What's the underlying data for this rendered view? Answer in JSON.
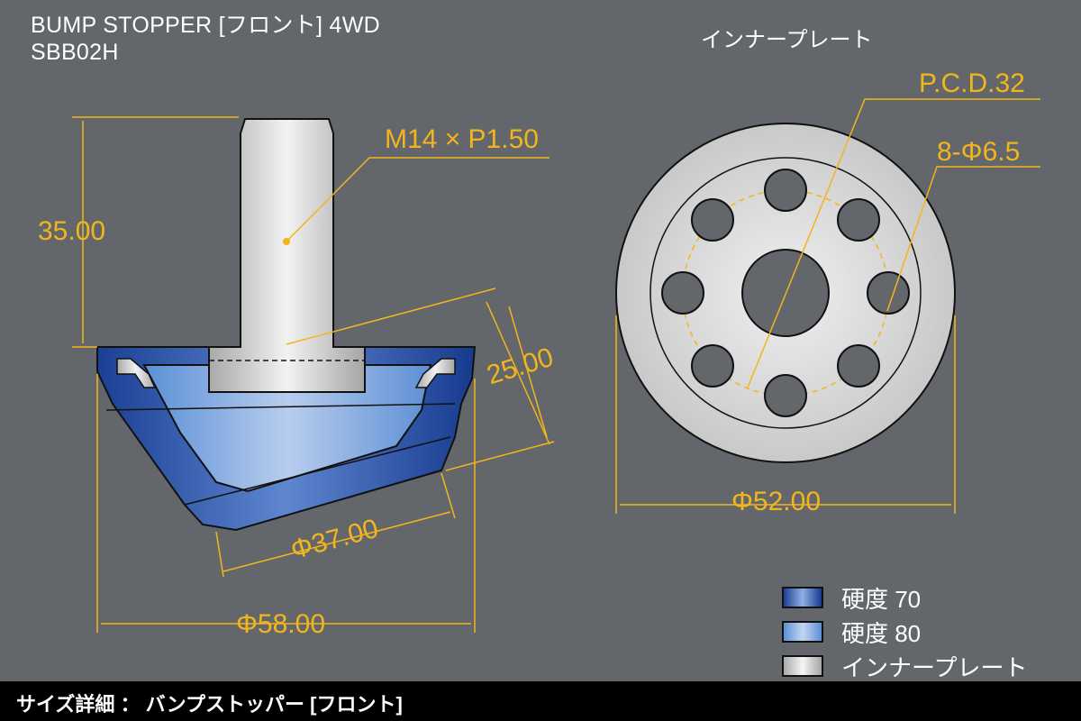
{
  "header": {
    "title": "BUMP STOPPER [フロント] 4WD",
    "model": "SBB02H"
  },
  "side_view": {
    "thread_label": "M14 × P1.50",
    "height_stem": "35.00",
    "height_body": "25.00",
    "diameter_bottom": "Φ37.00",
    "diameter_top": "Φ58.00"
  },
  "plate_view": {
    "title": "インナープレート",
    "pcd_label": "P.C.D.32",
    "holes_label": "8-Φ6.5",
    "diameter": "Φ52.00"
  },
  "legend": {
    "items": [
      {
        "label": "硬度 70",
        "color": "#1f4ea8"
      },
      {
        "label": "硬度 80",
        "color": "#6ea0dc"
      },
      {
        "label": "インナープレート",
        "color": "#d8d8d8"
      }
    ]
  },
  "footer": {
    "caption": "サイズ詳細 ： バンプストッパー [フロント]"
  },
  "colors": {
    "dimension": "#f2b51c",
    "background": "#63676b"
  }
}
